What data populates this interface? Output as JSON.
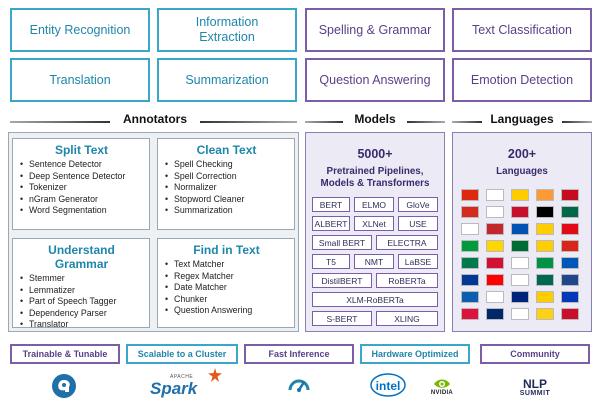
{
  "tasks": {
    "row1": [
      "Entity Recognition",
      "Information Extraction",
      "Spelling & Grammar",
      "Text Classification"
    ],
    "row2": [
      "Translation",
      "Summarization",
      "Question Answering",
      "Emotion Detection"
    ]
  },
  "headers": {
    "annotators": "Annotators",
    "models": "Models",
    "languages": "Languages"
  },
  "annotators": {
    "split_text": {
      "title": "Split Text",
      "items": [
        "Sentence Detector",
        "Deep Sentence Detector",
        "Tokenizer",
        "nGram Generator",
        "Word Segmentation"
      ]
    },
    "clean_text": {
      "title": "Clean Text",
      "items": [
        "Spell Checking",
        "Spell Correction",
        "Normalizer",
        "Stopword Cleaner",
        "Summarization"
      ]
    },
    "understand_grammar": {
      "title": "Understand Grammar",
      "items": [
        "Stemmer",
        "Lemmatizer",
        "Part of Speech Tagger",
        "Dependency Parser",
        "Translator"
      ]
    },
    "find_in_text": {
      "title": "Find in Text",
      "items": [
        "Text Matcher",
        "Regex Matcher",
        "Date Matcher",
        "Chunker",
        "Question Answering"
      ]
    }
  },
  "models": {
    "count": "5000+",
    "subtitle_line1": "Pretrained Pipelines,",
    "subtitle_line2": "Models & Transformers",
    "chips": [
      "BERT",
      "ELMO",
      "GloVe",
      "ALBERT",
      "XLNet",
      "USE",
      "Small BERT",
      "ELECTRA",
      "T5",
      "NMT",
      "LaBSE",
      "DistilBERT",
      "RoBERTa",
      "XLM-RoBERTa",
      "S-BERT",
      "XLING"
    ]
  },
  "languages": {
    "count": "200+",
    "label": "Languages",
    "flag_colors": [
      [
        "#de2910",
        "#ffffff",
        "#ffcc00",
        "#ff9933",
        "#c60b1e"
      ],
      [
        "#d52b1e",
        "#ffffff",
        "#c8102e",
        "#000000",
        "#006847"
      ],
      [
        "#ffffff",
        "#c1272d",
        "#0052b4",
        "#ffce00",
        "#e30a17"
      ],
      [
        "#009c3b",
        "#ffd700",
        "#006c35",
        "#ffce00",
        "#da251d"
      ],
      [
        "#007a4d",
        "#d21034",
        "#ffffff",
        "#009246",
        "#0057b7"
      ],
      [
        "#003893",
        "#ff0000",
        "#ffffff",
        "#006a4e",
        "#21468b"
      ],
      [
        "#0d5eaf",
        "#ffffff",
        "#00247d",
        "#ffcc00",
        "#0038b8"
      ],
      [
        "#dc143c",
        "#002868",
        "#ffffff",
        "#fcd116",
        "#c8102e"
      ]
    ]
  },
  "features": [
    "Trainable & Tunable",
    "Scalable to a Cluster",
    "Fast Inference",
    "Hardware Optimized",
    "Community"
  ],
  "logos": {
    "spark_small": "APACHE",
    "spark": "Spark",
    "intel": "intel",
    "nvidia": "NVIDIA",
    "nlp": "NLP",
    "summit": "SUMMIT"
  },
  "colors": {
    "teal": "#3aa6c8",
    "purple": "#7b5ea7",
    "dark_purple": "#3b2a6e"
  }
}
